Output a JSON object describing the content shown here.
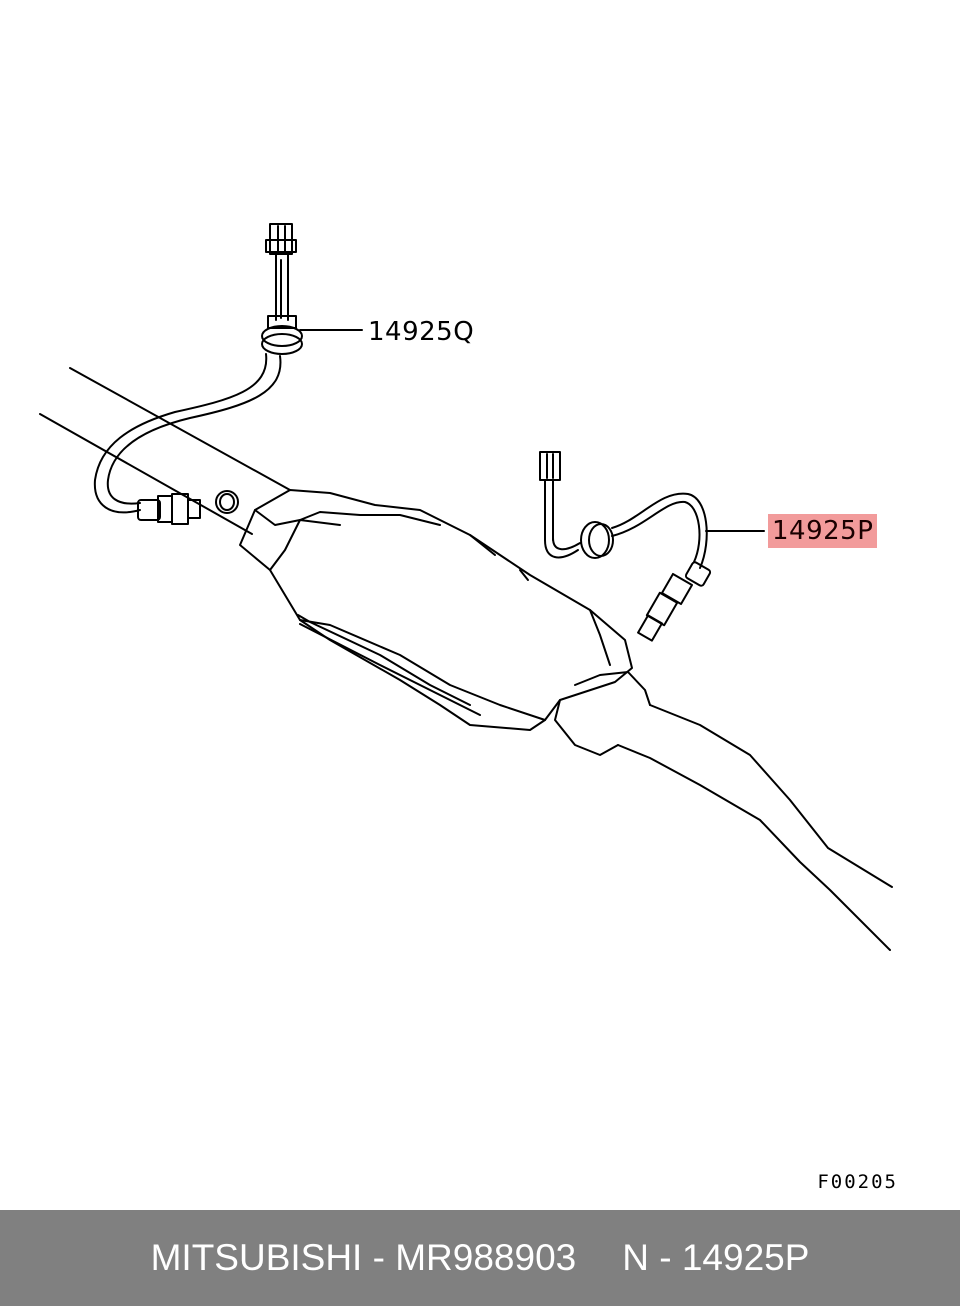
{
  "callouts": {
    "upstream_sensor": "14925Q",
    "downstream_sensor": "14925P"
  },
  "highlight_color": "#f29b9b",
  "figure_code": "F00205",
  "footer": {
    "brand_part": "MITSUBISHI - MR988903",
    "position_ref": "N - 14925P",
    "background": "#808080"
  }
}
